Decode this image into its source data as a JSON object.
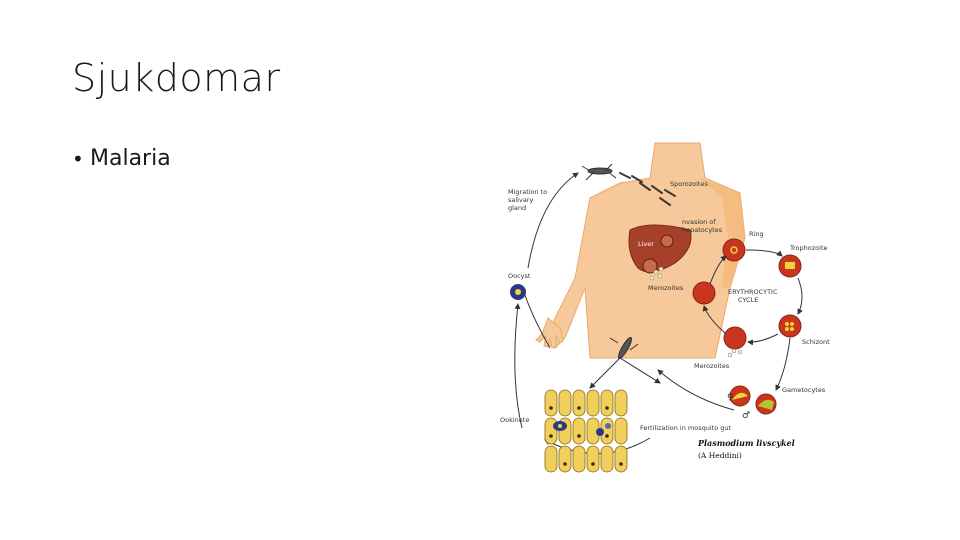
{
  "slide": {
    "title": "Sjukdomar",
    "bullets": [
      "Malaria"
    ]
  },
  "diagram": {
    "labels": {
      "migration": [
        "Migration to",
        "salivary",
        "gland"
      ],
      "sporozoites": "Sporozoites",
      "invasion": [
        "nvasion of",
        "hepatocytes"
      ],
      "ring": "Ring",
      "trophozoite": "Trophozoite",
      "liver": "Liver",
      "oocyst": "Oocyst",
      "merozoites_liver": "Merozoites",
      "erythrocytic": [
        "ERYTHROCYTIC",
        "CYCLE"
      ],
      "schizont": "Schizont",
      "merozoites_blood": "Merozoites",
      "gametocytes": "Gametocytes",
      "ookinete": "Ookinete",
      "fertilization": "Fertilization in mosquito gut",
      "caption_title": "Plasmodium livscykel",
      "caption_author": "(A Heddini)",
      "female_symbol": "♀",
      "male_symbol": "♂"
    },
    "colors": {
      "skin": "#f6c89a",
      "skin_edge": "#e8a96f",
      "liver": "#a6402a",
      "rbc": "#c8361f",
      "rbc_edge": "#8f2212",
      "parasite": "#f2d23a",
      "gut_cell": "#f0cf5a",
      "oocyst": "#2c3a86"
    }
  }
}
